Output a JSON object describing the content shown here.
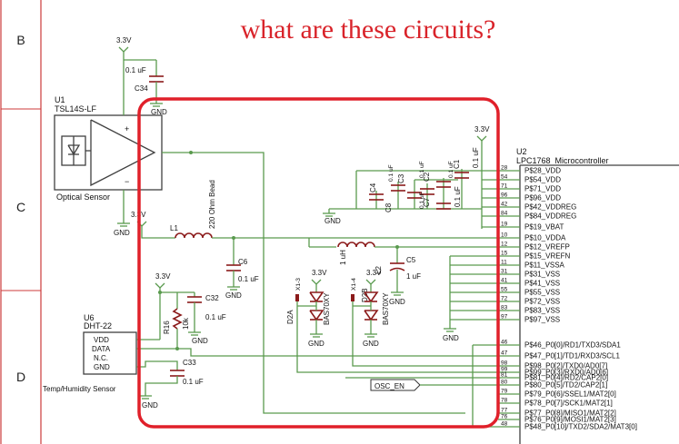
{
  "title": "what are these circuits?",
  "zones": [
    "B",
    "C",
    "D"
  ],
  "supply_label": "3.3V",
  "ground_label": "GND",
  "u1": {
    "ref": "U1",
    "part": "TSL14S-LF",
    "caption": "Optical Sensor",
    "plus": "+",
    "minus": "−"
  },
  "u2": {
    "ref": "U2",
    "part": "LPC1768_Microcontroller"
  },
  "u6": {
    "ref": "U6",
    "part": "DHT-22",
    "caption": "Temp/Humidity Sensor",
    "pins": [
      "VDD",
      "DATA",
      "N.C.",
      "GND"
    ]
  },
  "components": {
    "C34": {
      "ref": "C34",
      "value": "0.1 uF"
    },
    "C32": {
      "ref": "C32",
      "value": "0.1 uF"
    },
    "C33": {
      "ref": "C33",
      "value": "0.1 uF"
    },
    "C6": {
      "ref": "C6",
      "value": "0.1 uF"
    },
    "C5": {
      "ref": "C5",
      "value": "1 uF"
    },
    "R16": {
      "ref": "R16",
      "value": "10k"
    },
    "L1": {
      "ref": "L1",
      "value": "220 Ohm Bead"
    },
    "L2": {
      "ref": "L2",
      "value": "1 uH"
    },
    "D2A": {
      "ref": "D2A",
      "value": "BAS70XY",
      "pin": "X1-3"
    },
    "D2B": {
      "ref": "D2B",
      "value": "BAS70XY",
      "pin": "X1-4"
    },
    "decoupling": [
      {
        "ref": "C4",
        "value": "0.1 uF"
      },
      {
        "ref": "C3",
        "value": "0.1 uF"
      },
      {
        "ref": "C2",
        "value": "0.1 uF"
      },
      {
        "ref": "C1",
        "value": "0.1 uF"
      },
      {
        "ref": "C8",
        "value": "0.1 uF"
      },
      {
        "ref": "C7",
        "value": "0.1 uF"
      }
    ]
  },
  "osc_label": "OSC_EN",
  "u2_pins": [
    {
      "num": "28",
      "name": "P$28_VDD"
    },
    {
      "num": "54",
      "name": "P$54_VDD"
    },
    {
      "num": "71",
      "name": "P$71_VDD"
    },
    {
      "num": "96",
      "name": "P$96_VDD"
    },
    {
      "num": "42",
      "name": "P$42_VDDREG"
    },
    {
      "num": "84",
      "name": "P$84_VDDREG"
    },
    {
      "num": "19",
      "name": "P$19_VBAT"
    },
    {
      "num": "10",
      "name": "P$10_VDDA"
    },
    {
      "num": "12",
      "name": "P$12_VREFP"
    },
    {
      "num": "15",
      "name": "P$15_VREFN"
    },
    {
      "num": "11",
      "name": "P$11_VSSA"
    },
    {
      "num": "31",
      "name": "P$31_VSS"
    },
    {
      "num": "41",
      "name": "P$41_VSS"
    },
    {
      "num": "55",
      "name": "P$55_VSS"
    },
    {
      "num": "72",
      "name": "P$72_VSS"
    },
    {
      "num": "83",
      "name": "P$83_VSS"
    },
    {
      "num": "97",
      "name": "P$97_VSS"
    },
    {
      "num": "46",
      "name": "P$46_P0[0]/RD1/TXD3/SDA1"
    },
    {
      "num": "47",
      "name": "P$47_P0[1]/TD1/RXD3/SCL1"
    },
    {
      "num": "98",
      "name": "P$98_P0[2]/TXD0/AD0[7]"
    },
    {
      "num": "99",
      "name": "P$99_P0[3]/RXD0/AD0[6]"
    },
    {
      "num": "81",
      "name": "P$81_P0[4]/RD2/CAP2[0]"
    },
    {
      "num": "80",
      "name": "P$80_P0[5]/TD2/CAP2[1]"
    },
    {
      "num": "79",
      "name": "P$79_P0[6]/SSEL1/MAT2[0]"
    },
    {
      "num": "78",
      "name": "P$78_P0[7]/SCK1/MAT2[1]"
    },
    {
      "num": "77",
      "name": "P$77_P0[8]/MISO1/MAT2[2]"
    },
    {
      "num": "76",
      "name": "P$76_P0[9]/MOSI1/MAT2[3]"
    },
    {
      "num": "48",
      "name": "P$48_P0[10]/TXD2/SDA2/MAT3[0]"
    }
  ],
  "colors": {
    "title": "#d9232a",
    "highlight": "#e0202a",
    "wire": "#5a9a4e",
    "component": "#8b1a1a",
    "frame": "#cc3b3b"
  }
}
